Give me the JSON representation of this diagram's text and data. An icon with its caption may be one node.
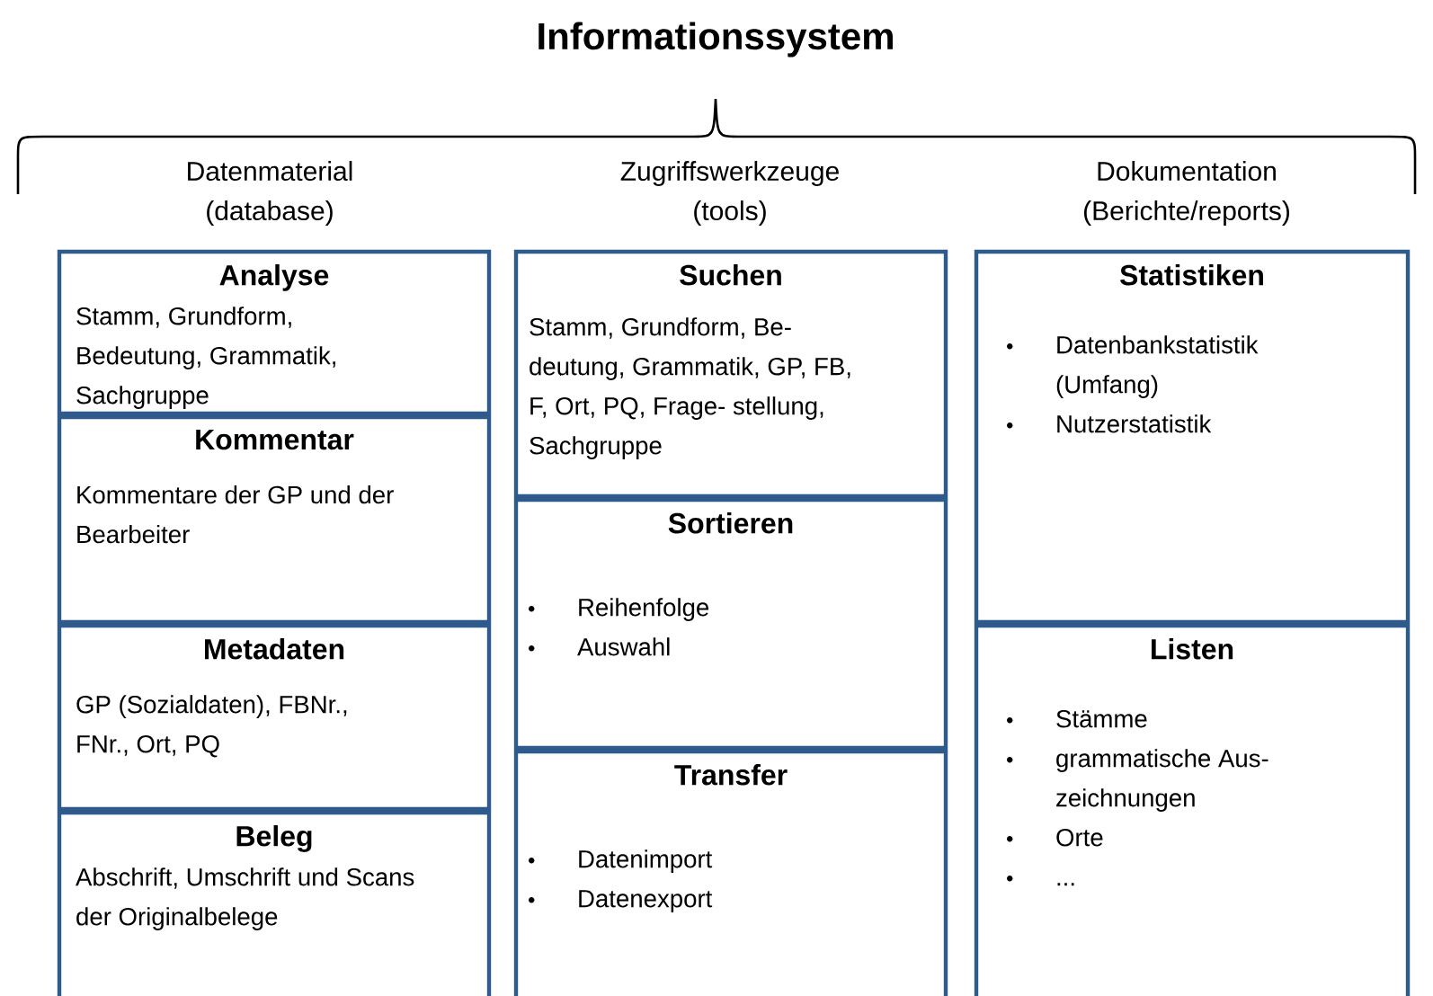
{
  "diagram": {
    "title": "Informationssystem",
    "nodes": [
      {
        "text": [
          "Analyse",
          "Stamm, Grundform, Bedeutung, Grammatik, Sachgruppe"
        ]
      },
      {
        "text": [
          "Kommentar",
          "Kommentare der GP und der Bearbeiter"
        ]
      },
      {
        "text": [
          "Metadaten",
          "GP (Sozialdaten), FBNr., FNr., Ort, PQ"
        ]
      },
      {
        "text": [
          "Beleg",
          "Abschrift, Umschrift und Scans der Originalbelege"
        ]
      },
      {
        "text": [
          "Suchen",
          "Stamm, Grundform, Be- deutung, Grammatik, GP, FB, F, Ort, PQ, Frage- stellung, Sachgruppe"
        ]
      },
      {
        "text": [
          "Sortieren",
          "Reihenfolge",
          "Auswahl"
        ]
      },
      {
        "text": [
          "Transfer",
          "Datenimport",
          "Datenexport"
        ]
      },
      {
        "text": [
          "Statistiken",
          "Datenbankstatistik (Umfang)",
          "Nutzerstatistik"
        ]
      },
      {
        "text": [
          "Listen",
          "Stämme",
          "grammatische Aus- zeichnungen",
          "Orte",
          "..."
        ]
      }
    ],
    "labels": [
      "Datenmaterial (database)",
      "Zugriffswerkzeuge (tools)",
      "Dokumentation (Berichte/reports)"
    ]
  }
}
